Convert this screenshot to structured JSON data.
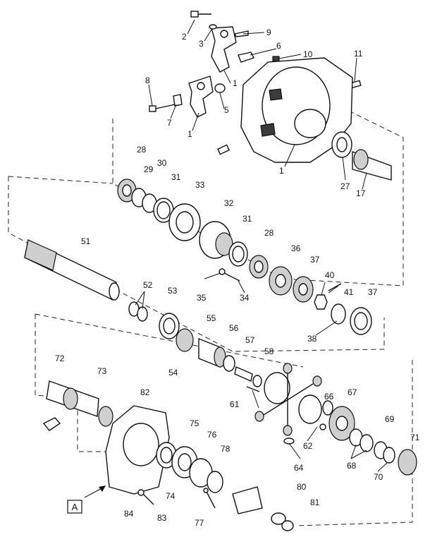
{
  "callouts": [
    {
      "id": "c-2",
      "text": "2"
    },
    {
      "id": "c-3",
      "text": "3"
    },
    {
      "id": "c-9",
      "text": "9"
    },
    {
      "id": "c-6",
      "text": "6"
    },
    {
      "id": "c-10",
      "text": "10"
    },
    {
      "id": "c-11",
      "text": "11"
    },
    {
      "id": "c-1a",
      "text": "1"
    },
    {
      "id": "c-8",
      "text": "8"
    },
    {
      "id": "c-5",
      "text": "5"
    },
    {
      "id": "c-7",
      "text": "7"
    },
    {
      "id": "c-1b",
      "text": "1"
    },
    {
      "id": "c-1c",
      "text": "1"
    },
    {
      "id": "c-28a",
      "text": "28"
    },
    {
      "id": "c-29",
      "text": "29"
    },
    {
      "id": "c-30",
      "text": "30"
    },
    {
      "id": "c-31a",
      "text": "31"
    },
    {
      "id": "c-33",
      "text": "33"
    },
    {
      "id": "c-27",
      "text": "27"
    },
    {
      "id": "c-17",
      "text": "17"
    },
    {
      "id": "c-32",
      "text": "32"
    },
    {
      "id": "c-31b",
      "text": "31"
    },
    {
      "id": "c-28b",
      "text": "28"
    },
    {
      "id": "c-36",
      "text": "36"
    },
    {
      "id": "c-37a",
      "text": "37"
    },
    {
      "id": "c-51",
      "text": "51"
    },
    {
      "id": "c-40",
      "text": "40"
    },
    {
      "id": "c-41",
      "text": "41"
    },
    {
      "id": "c-37b",
      "text": "37"
    },
    {
      "id": "c-35",
      "text": "35"
    },
    {
      "id": "c-34",
      "text": "34"
    },
    {
      "id": "c-52",
      "text": "52"
    },
    {
      "id": "c-53",
      "text": "53"
    },
    {
      "id": "c-38",
      "text": "38"
    },
    {
      "id": "c-55",
      "text": "55"
    },
    {
      "id": "c-56",
      "text": "56"
    },
    {
      "id": "c-57",
      "text": "57"
    },
    {
      "id": "c-58",
      "text": "58"
    },
    {
      "id": "c-54",
      "text": "54"
    },
    {
      "id": "c-72",
      "text": "72"
    },
    {
      "id": "c-73",
      "text": "73"
    },
    {
      "id": "c-82",
      "text": "82"
    },
    {
      "id": "c-61",
      "text": "61"
    },
    {
      "id": "c-66",
      "text": "66"
    },
    {
      "id": "c-67",
      "text": "67"
    },
    {
      "id": "c-62",
      "text": "62"
    },
    {
      "id": "c-75",
      "text": "75"
    },
    {
      "id": "c-76",
      "text": "76"
    },
    {
      "id": "c-78",
      "text": "78"
    },
    {
      "id": "c-69",
      "text": "69"
    },
    {
      "id": "c-71",
      "text": "71"
    },
    {
      "id": "c-64",
      "text": "64"
    },
    {
      "id": "c-68",
      "text": "68"
    },
    {
      "id": "c-70",
      "text": "70"
    },
    {
      "id": "c-74",
      "text": "74"
    },
    {
      "id": "c-80",
      "text": "80"
    },
    {
      "id": "c-81",
      "text": "81"
    },
    {
      "id": "c-84",
      "text": "84"
    },
    {
      "id": "c-83",
      "text": "83"
    },
    {
      "id": "c-77",
      "text": "77"
    }
  ],
  "view_label": "A"
}
